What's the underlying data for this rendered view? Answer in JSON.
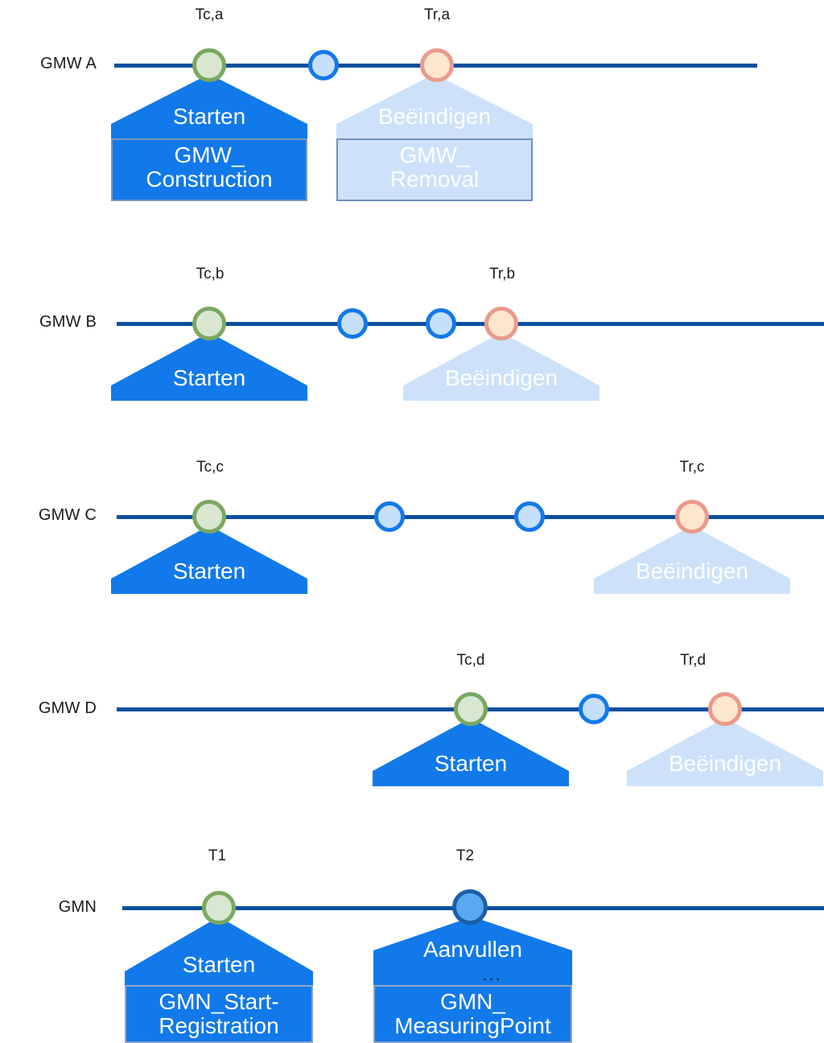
{
  "diagram": {
    "title": "GMW and GMN registration timelines",
    "colors": {
      "timeline": "#0c4f9e",
      "start_fill": "#1279ea",
      "end_fill": "#cde2fa",
      "node_green_fill": "#d9e7d1",
      "node_green_border": "#7aa860",
      "node_blue_fill": "#c6dffb",
      "node_blue_border": "#1279ea",
      "node_orange_fill": "#fce6cd",
      "node_orange_border": "#eb9a8c",
      "node_darkblue_fill": "#59a8f0",
      "node_darkblue_border": "#1b5fa8",
      "box_border_dark": "#7e97b5",
      "box_border_light": "#6f90bd",
      "text_on_shape": "#ffffff",
      "label_text": "#1a1a1a"
    },
    "rows": [
      {
        "id": "gmw-a",
        "label": "GMW A",
        "nodes": [
          {
            "kind": "green",
            "tick": "Tc,a"
          },
          {
            "kind": "blue",
            "tick": ""
          },
          {
            "kind": "orange",
            "tick": "Tr,a"
          }
        ],
        "events": [
          {
            "kind": "start",
            "action": "Starten",
            "object": "GMW_\nConstruction"
          },
          {
            "kind": "end",
            "action": "Beëindigen",
            "object": "GMW_\nRemoval"
          }
        ]
      },
      {
        "id": "gmw-b",
        "label": "GMW B",
        "nodes": [
          {
            "kind": "green",
            "tick": "Tc,b"
          },
          {
            "kind": "blue",
            "tick": ""
          },
          {
            "kind": "blue",
            "tick": ""
          },
          {
            "kind": "orange",
            "tick": "Tr,b"
          }
        ],
        "events": [
          {
            "kind": "start",
            "action": "Starten",
            "object": ""
          },
          {
            "kind": "end",
            "action": "Beëindigen",
            "object": ""
          }
        ]
      },
      {
        "id": "gmw-c",
        "label": "GMW C",
        "nodes": [
          {
            "kind": "green",
            "tick": "Tc,c"
          },
          {
            "kind": "blue",
            "tick": ""
          },
          {
            "kind": "blue",
            "tick": ""
          },
          {
            "kind": "orange",
            "tick": "Tr,c"
          }
        ],
        "events": [
          {
            "kind": "start",
            "action": "Starten",
            "object": ""
          },
          {
            "kind": "end",
            "action": "Beëindigen",
            "object": ""
          }
        ]
      },
      {
        "id": "gmw-d",
        "label": "GMW D",
        "nodes": [
          {
            "kind": "green",
            "tick": "Tc,d"
          },
          {
            "kind": "blue",
            "tick": ""
          },
          {
            "kind": "orange",
            "tick": "Tr,d"
          }
        ],
        "events": [
          {
            "kind": "start",
            "action": "Starten",
            "object": ""
          },
          {
            "kind": "end",
            "action": "Beëindigen",
            "object": ""
          }
        ]
      },
      {
        "id": "gmn",
        "label": "GMN",
        "nodes": [
          {
            "kind": "green",
            "tick": "T1"
          },
          {
            "kind": "darkblue",
            "tick": "T2"
          }
        ],
        "events": [
          {
            "kind": "start",
            "action": "Starten",
            "object": "GMN_Start-\nRegistration"
          },
          {
            "kind": "mid",
            "action": "Aanvullen",
            "ellipsis": "...",
            "object": "GMN_\nMeasuringPoint"
          }
        ]
      }
    ],
    "labels": {
      "row_a": "GMW A",
      "row_b": "GMW B",
      "row_c": "GMW C",
      "row_d": "GMW D",
      "row_gmn": "GMN",
      "tc_a": "Tc,a",
      "tr_a": "Tr,a",
      "tc_b": "Tc,b",
      "tr_b": "Tr,b",
      "tc_c": "Tc,c",
      "tr_c": "Tr,c",
      "tc_d": "Tc,d",
      "tr_d": "Tr,d",
      "t1": "T1",
      "t2": "T2",
      "starten": "Starten",
      "beeindigen": "Beëindigen",
      "aanvullen": "Aanvullen",
      "ellipsis": "...",
      "gmw_construction_1": "GMW_",
      "gmw_construction_2": "Construction",
      "gmw_removal_1": "GMW_",
      "gmw_removal_2": "Removal",
      "gmn_startreg_1": "GMN_Start-",
      "gmn_startreg_2": "Registration",
      "gmn_mp_1": "GMN_",
      "gmn_mp_2": "MeasuringPoint"
    }
  }
}
